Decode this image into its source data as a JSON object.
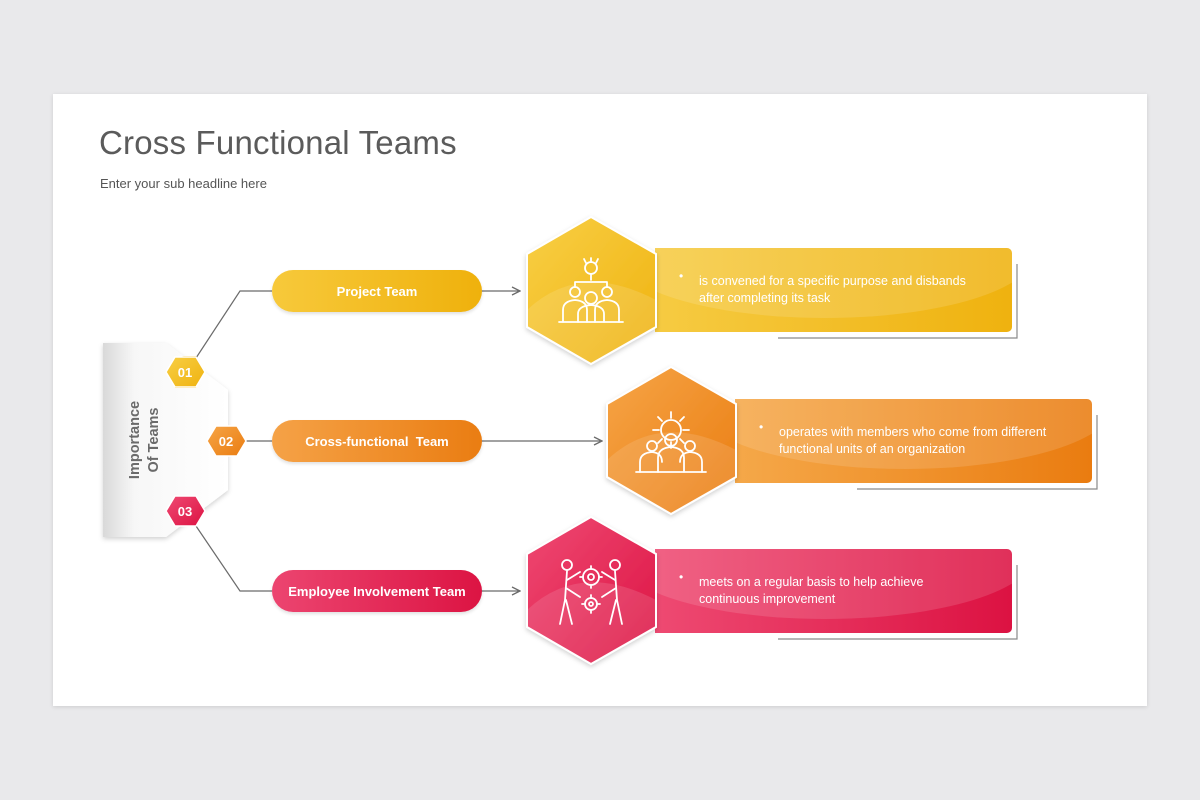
{
  "title": "Cross Functional Teams",
  "subtitle": "Enter your sub headline here",
  "center_label": {
    "line1": "Importance",
    "line2": "Of Teams"
  },
  "colors": {
    "yellow": "#f3b81d",
    "orange": "#ef8a1c",
    "pink": "#e22a58",
    "line": "#6b6b6b"
  },
  "teams": [
    {
      "number": "01",
      "name": "Project Team",
      "icon": "team-hierarchy-icon",
      "description_line1": "is convened for a specific purpose and disbands",
      "description_line2": "after completing its task"
    },
    {
      "number": "02",
      "name": "Cross-functional  Team",
      "icon": "team-gear-icon",
      "description_line1": "operates with members who come from different",
      "description_line2": "functional units of an organization"
    },
    {
      "number": "03",
      "name": "Employee Involvement Team",
      "icon": "people-gears-icon",
      "description_line1": "meets on a regular basis to help achieve",
      "description_line2": "continuous improvement"
    }
  ]
}
